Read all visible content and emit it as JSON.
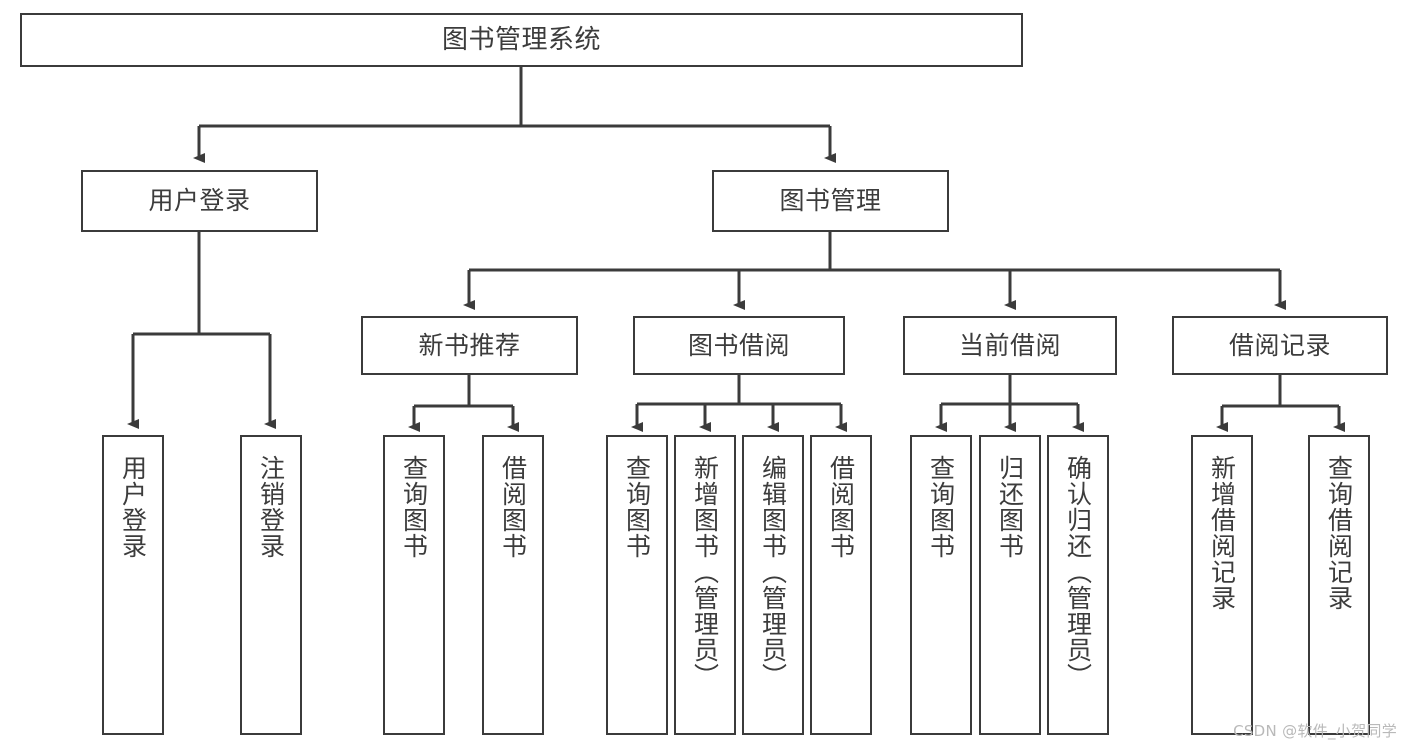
{
  "diagram": {
    "title": "图书管理系统",
    "type": "tree-hierarchy-chart",
    "watermark": "CSDN @软件_小贺同学",
    "colors": {
      "box_border": "#3b3b3b",
      "box_fill": "#ffffff",
      "text": "#3c3c3c",
      "connector": "#3b3b3b",
      "watermark": "#b9b9b9",
      "background": "#ffffff"
    },
    "nodes": {
      "root": {
        "label": "图书管理系统"
      },
      "level2": [
        {
          "label": "用户登录"
        },
        {
          "label": "图书管理"
        }
      ],
      "level3": [
        {
          "label": "新书推荐"
        },
        {
          "label": "图书借阅"
        },
        {
          "label": "当前借阅"
        },
        {
          "label": "借阅记录"
        }
      ],
      "leaves_user_login": [
        {
          "label": "用户登录"
        },
        {
          "label": "注销登录"
        }
      ],
      "leaves_new_book": [
        {
          "label": "查询图书"
        },
        {
          "label": "借阅图书"
        }
      ],
      "leaves_borrow": [
        {
          "label": "查询图书"
        },
        {
          "label": "新增图书（管理员）"
        },
        {
          "label": "编辑图书（管理员）"
        },
        {
          "label": "借阅图书"
        }
      ],
      "leaves_current": [
        {
          "label": "查询图书"
        },
        {
          "label": "归还图书"
        },
        {
          "label": "确认归还（管理员）"
        }
      ],
      "leaves_records": [
        {
          "label": "新增借阅记录"
        },
        {
          "label": "查询借阅记录"
        }
      ]
    }
  }
}
